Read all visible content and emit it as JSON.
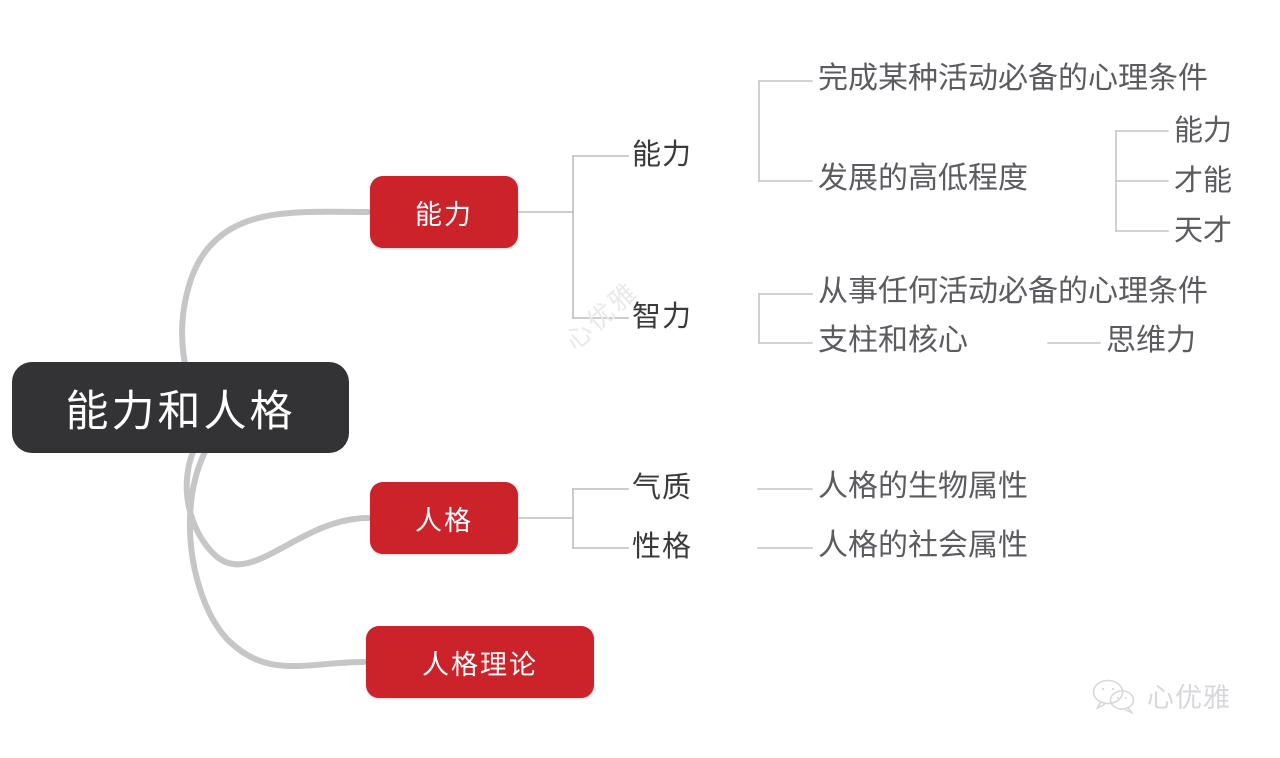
{
  "diagram": {
    "title": "能力和人格",
    "type": "mind-map",
    "colors": {
      "root_fill": "#333335",
      "branch_fill": "#cc2229",
      "connector": "#bdbdc2",
      "root_connector": "#c6c6c8",
      "text_dark": "#3a3a3c",
      "text_gray": "#5b5b60",
      "background": "#ffffff"
    },
    "root": {
      "label": "能力和人格"
    },
    "branches": [
      {
        "label": "能力",
        "children": [
          {
            "label": "能力",
            "children": [
              {
                "label": "完成某种活动必备的心理条件",
                "children": []
              },
              {
                "label": "发展的高低程度",
                "children": [
                  {
                    "label": "能力"
                  },
                  {
                    "label": "才能"
                  },
                  {
                    "label": "天才"
                  }
                ]
              }
            ]
          },
          {
            "label": "智力",
            "children": [
              {
                "label": "从事任何活动必备的心理条件",
                "children": []
              },
              {
                "label": "支柱和核心",
                "children": [
                  {
                    "label": "思维力"
                  }
                ]
              }
            ]
          }
        ]
      },
      {
        "label": "人格",
        "children": [
          {
            "label": "气质",
            "children": [
              {
                "label": "人格的生物属性"
              }
            ]
          },
          {
            "label": "性格",
            "children": [
              {
                "label": "人格的社会属性"
              }
            ]
          }
        ]
      },
      {
        "label": "人格理论",
        "children": []
      }
    ]
  },
  "watermarks": {
    "center": "心优雅",
    "brand": "心优雅",
    "brand_icon": "wechat-icon"
  }
}
